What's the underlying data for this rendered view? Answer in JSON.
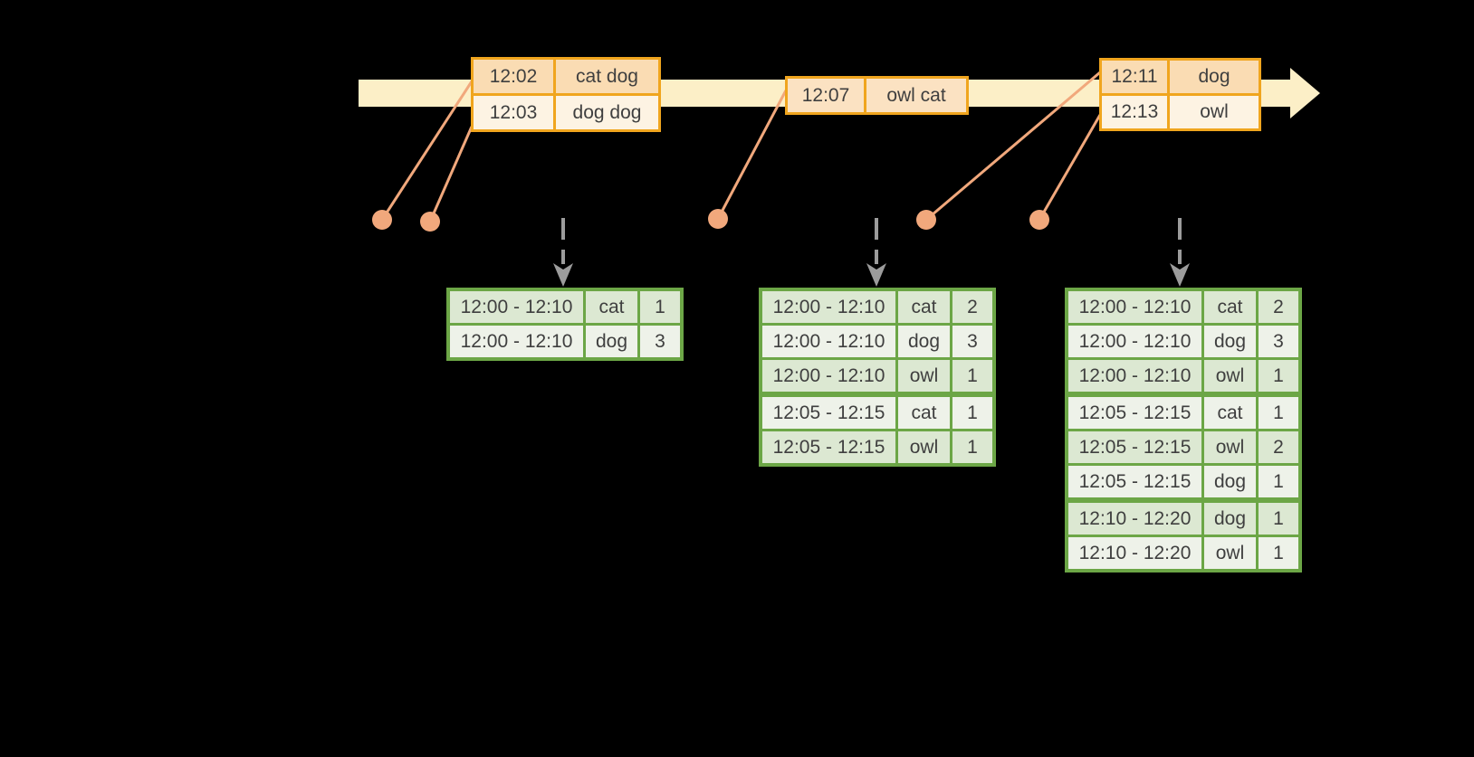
{
  "colors": {
    "background": "#000000",
    "timeline_fill": "#fcefc7",
    "event_border": "#f0a51e",
    "event_row_dark": "#fadcb3",
    "event_row_light": "#fdf3e3",
    "event_row_mid": "#fbe2c2",
    "result_border": "#6ca646",
    "result_row_dark": "#dce8d2",
    "result_row_light": "#eef2e9",
    "connector": "#f1a87c",
    "arrow_gray": "#9c9c9c",
    "text": "#3f3f3f"
  },
  "timeline_events": [
    {
      "rows": [
        {
          "time": "12:02",
          "words": "cat dog"
        },
        {
          "time": "12:03",
          "words": "dog dog"
        }
      ]
    },
    {
      "rows": [
        {
          "time": "12:07",
          "words": "owl cat"
        }
      ]
    },
    {
      "rows": [
        {
          "time": "12:11",
          "words": "dog"
        },
        {
          "time": "12:13",
          "words": "owl"
        }
      ]
    }
  ],
  "result_tables": [
    {
      "rows": [
        {
          "window": "12:00 - 12:10",
          "word": "cat",
          "count": "1"
        },
        {
          "window": "12:00 - 12:10",
          "word": "dog",
          "count": "3"
        }
      ]
    },
    {
      "rows": [
        {
          "window": "12:00 - 12:10",
          "word": "cat",
          "count": "2"
        },
        {
          "window": "12:00 - 12:10",
          "word": "dog",
          "count": "3"
        },
        {
          "window": "12:00 - 12:10",
          "word": "owl",
          "count": "1"
        },
        {
          "window": "12:05 - 12:15",
          "word": "cat",
          "count": "1"
        },
        {
          "window": "12:05 - 12:15",
          "word": "owl",
          "count": "1"
        }
      ]
    },
    {
      "rows": [
        {
          "window": "12:00 - 12:10",
          "word": "cat",
          "count": "2"
        },
        {
          "window": "12:00 - 12:10",
          "word": "dog",
          "count": "3"
        },
        {
          "window": "12:00 - 12:10",
          "word": "owl",
          "count": "1"
        },
        {
          "window": "12:05 - 12:15",
          "word": "cat",
          "count": "1"
        },
        {
          "window": "12:05 - 12:15",
          "word": "owl",
          "count": "2"
        },
        {
          "window": "12:05 - 12:15",
          "word": "dog",
          "count": "1"
        },
        {
          "window": "12:10 - 12:20",
          "word": "dog",
          "count": "1"
        },
        {
          "window": "12:10 - 12:20",
          "word": "owl",
          "count": "1"
        }
      ]
    }
  ]
}
